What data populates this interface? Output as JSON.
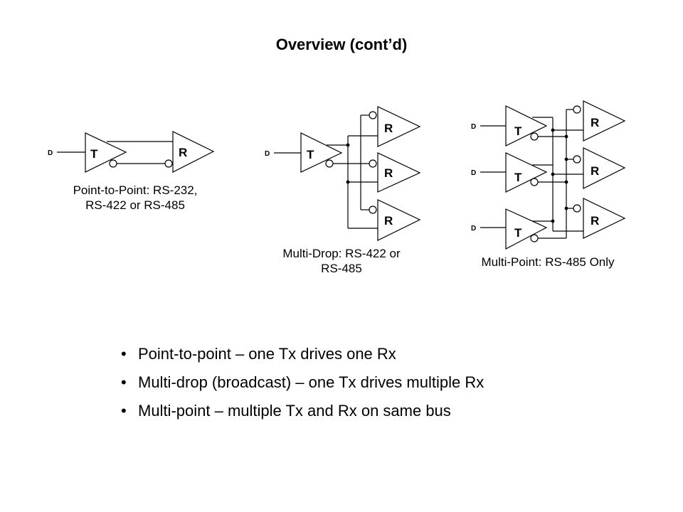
{
  "slide": {
    "title": "Overview (cont’d)"
  },
  "diagrams": [
    {
      "name": "point-to-point",
      "input_label": "D",
      "transmitter_label": "T",
      "receiver_label": "R",
      "caption_line1": "Point-to-Point: RS-232,",
      "caption_line2": "RS-422 or RS-485"
    },
    {
      "name": "multi-drop",
      "input_label": "D",
      "transmitter_label": "T",
      "receiver_label": "R",
      "caption_line1": "Multi-Drop: RS-422 or",
      "caption_line2": "RS-485"
    },
    {
      "name": "multi-point",
      "input_label": "D",
      "transmitter_label": "T",
      "receiver_label": "R",
      "caption_line1": "Multi-Point: RS-485 Only"
    }
  ],
  "bullets": [
    {
      "marker": "•",
      "text": "Point-to-point – one Tx drives one Rx"
    },
    {
      "marker": "•",
      "text": "Multi-drop (broadcast) – one Tx drives multiple Rx"
    },
    {
      "marker": "•",
      "text": "Multi-point – multiple Tx and Rx on same bus"
    }
  ]
}
